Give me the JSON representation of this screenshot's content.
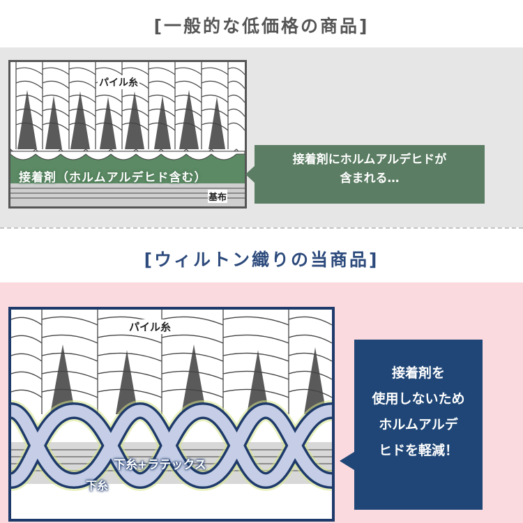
{
  "top_section": {
    "heading": "[一般的な低価格の商品]",
    "illustration": {
      "pile_label": "パイル糸",
      "adhesive_label": "接着剤（ホルムアルデヒド含む）",
      "base_label": "基布"
    },
    "callout": {
      "lines": [
        "接着剤にホルムアルデヒドが",
        "含まれる…"
      ]
    }
  },
  "bottom_section": {
    "heading": "[ウィルトン織りの当商品]",
    "illustration": {
      "pile_label": "パイル糸",
      "weft_latex_label": "下糸+ラテックス",
      "weft_label": "下糸"
    },
    "callout": {
      "lines": [
        "接着剤を",
        "使用しないため",
        "ホルムアルデ",
        "ヒドを軽減！"
      ]
    }
  },
  "colors": {
    "top_band": "#e6e6e6",
    "bottom_band": "#fadadf",
    "green_callout": "#5b7d63",
    "navy_callout": "#1f4676",
    "bottom_heading": "#2c4a7c"
  }
}
